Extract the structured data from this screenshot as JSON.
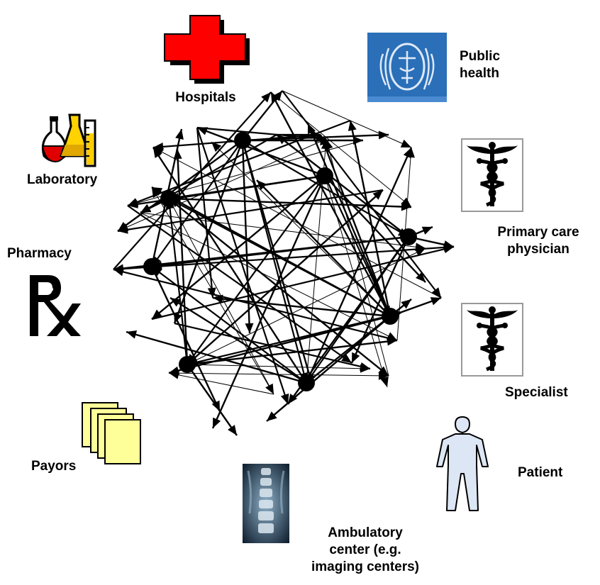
{
  "labels": {
    "hospitals": "Hospitals",
    "public_health": "Public\nhealth",
    "laboratory": "Laboratory",
    "primary_care": "Primary care\nphysician",
    "pharmacy": "Pharmacy",
    "specialist": "Specialist",
    "payors": "Payors",
    "patient": "Patient",
    "ambulatory": "Ambulatory\ncenter (e.g.\nimaging centers)"
  },
  "icons": {
    "hospitals": "red-cross-icon",
    "public_health": "public-health-seal-icon",
    "laboratory": "laboratory-flasks-icon",
    "primary_care": "caduceus-icon",
    "pharmacy": "rx-icon",
    "specialist": "caduceus-icon",
    "payors": "documents-stack-icon",
    "patient": "person-icon",
    "ambulatory": "xray-spine-icon"
  },
  "colors": {
    "cross": "#ff0000",
    "public_health_bg": "#2a6fb8",
    "payor_paper": "#ffff99",
    "patient_fill": "#dde6f4"
  }
}
